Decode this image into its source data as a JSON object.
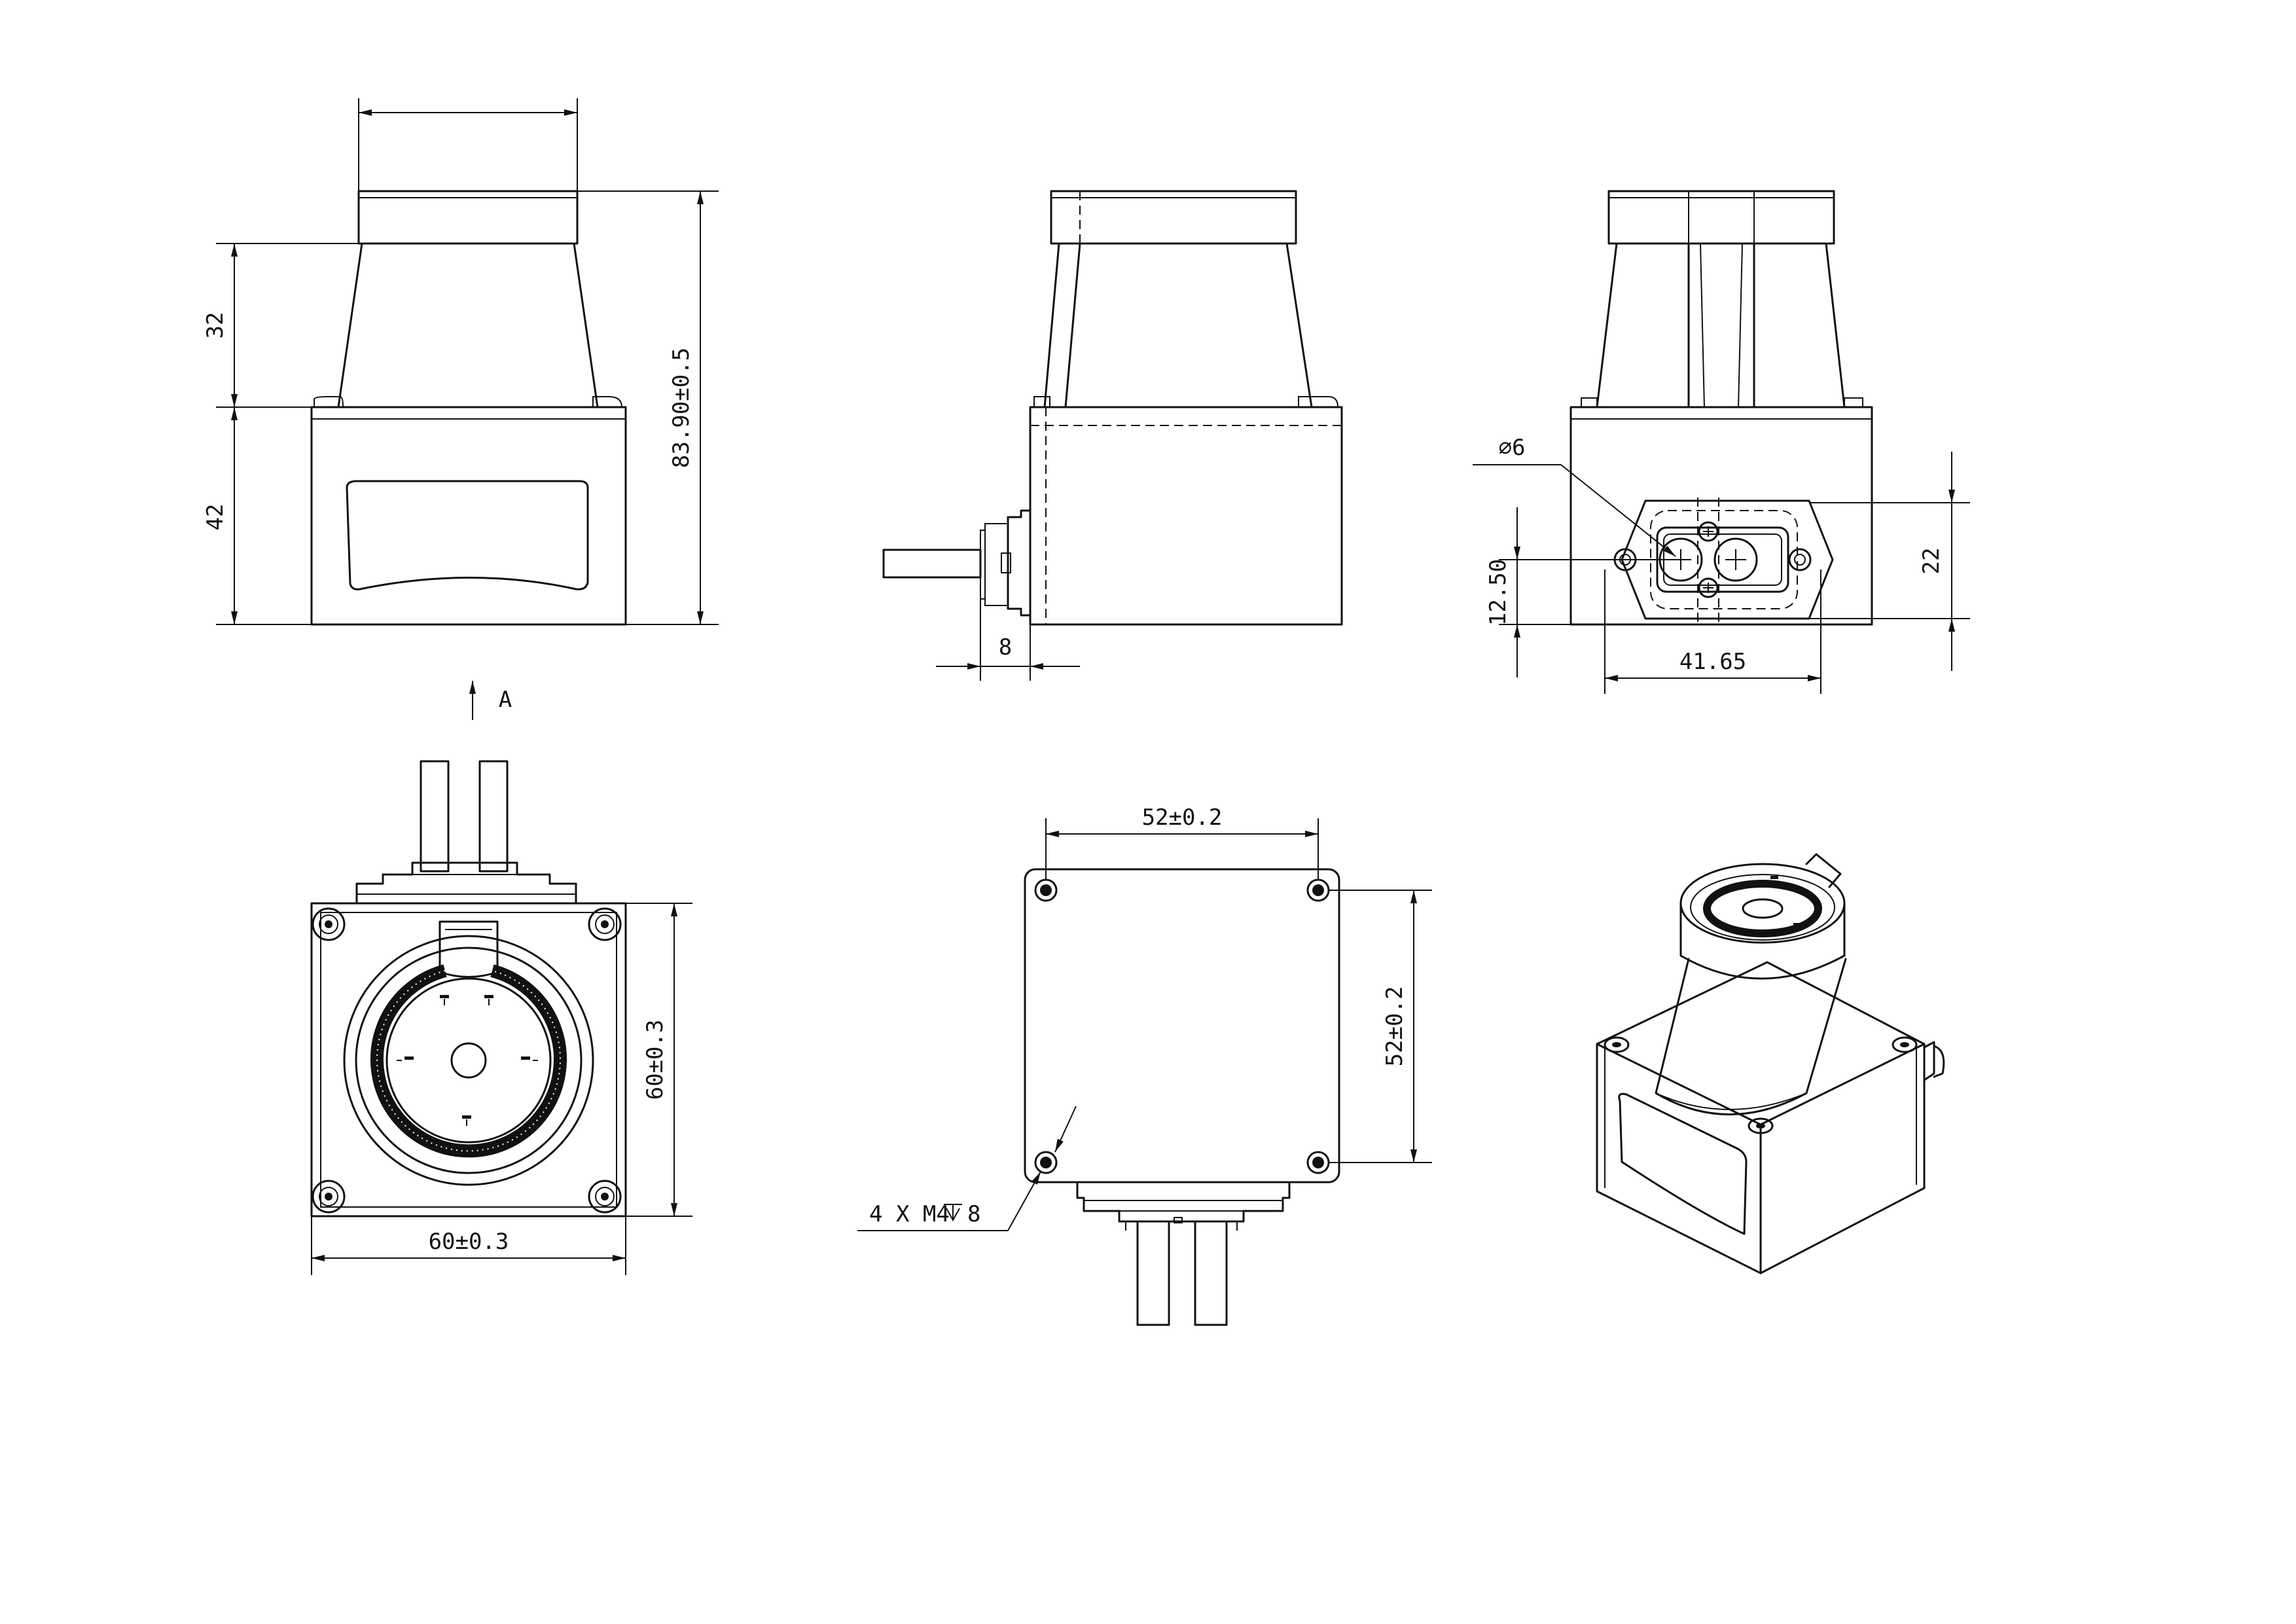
{
  "colors": {
    "line": "#111111",
    "background": "#ffffff"
  },
  "views": {
    "front": {
      "dim_top_width": "",
      "dim_head_height": "32",
      "dim_base_height": "42",
      "dim_total_height": "83.90±0.5"
    },
    "side": {
      "dim_connector_offset": "8"
    },
    "rear": {
      "dim_hole_diameter": "⌀6",
      "dim_connector_vertical": "12.50",
      "dim_connector_height": "22",
      "dim_connector_width": "41.65"
    },
    "view_arrow": {
      "label": "A"
    },
    "top": {
      "dim_width": "60±0.3",
      "dim_height": "60±0.3"
    },
    "bottom": {
      "dim_hole_spacing_x": "52±0.2",
      "dim_hole_spacing_y": "52±0.2",
      "thread_callout": "4 X M4",
      "thread_depth": "8"
    },
    "isometric": {}
  }
}
